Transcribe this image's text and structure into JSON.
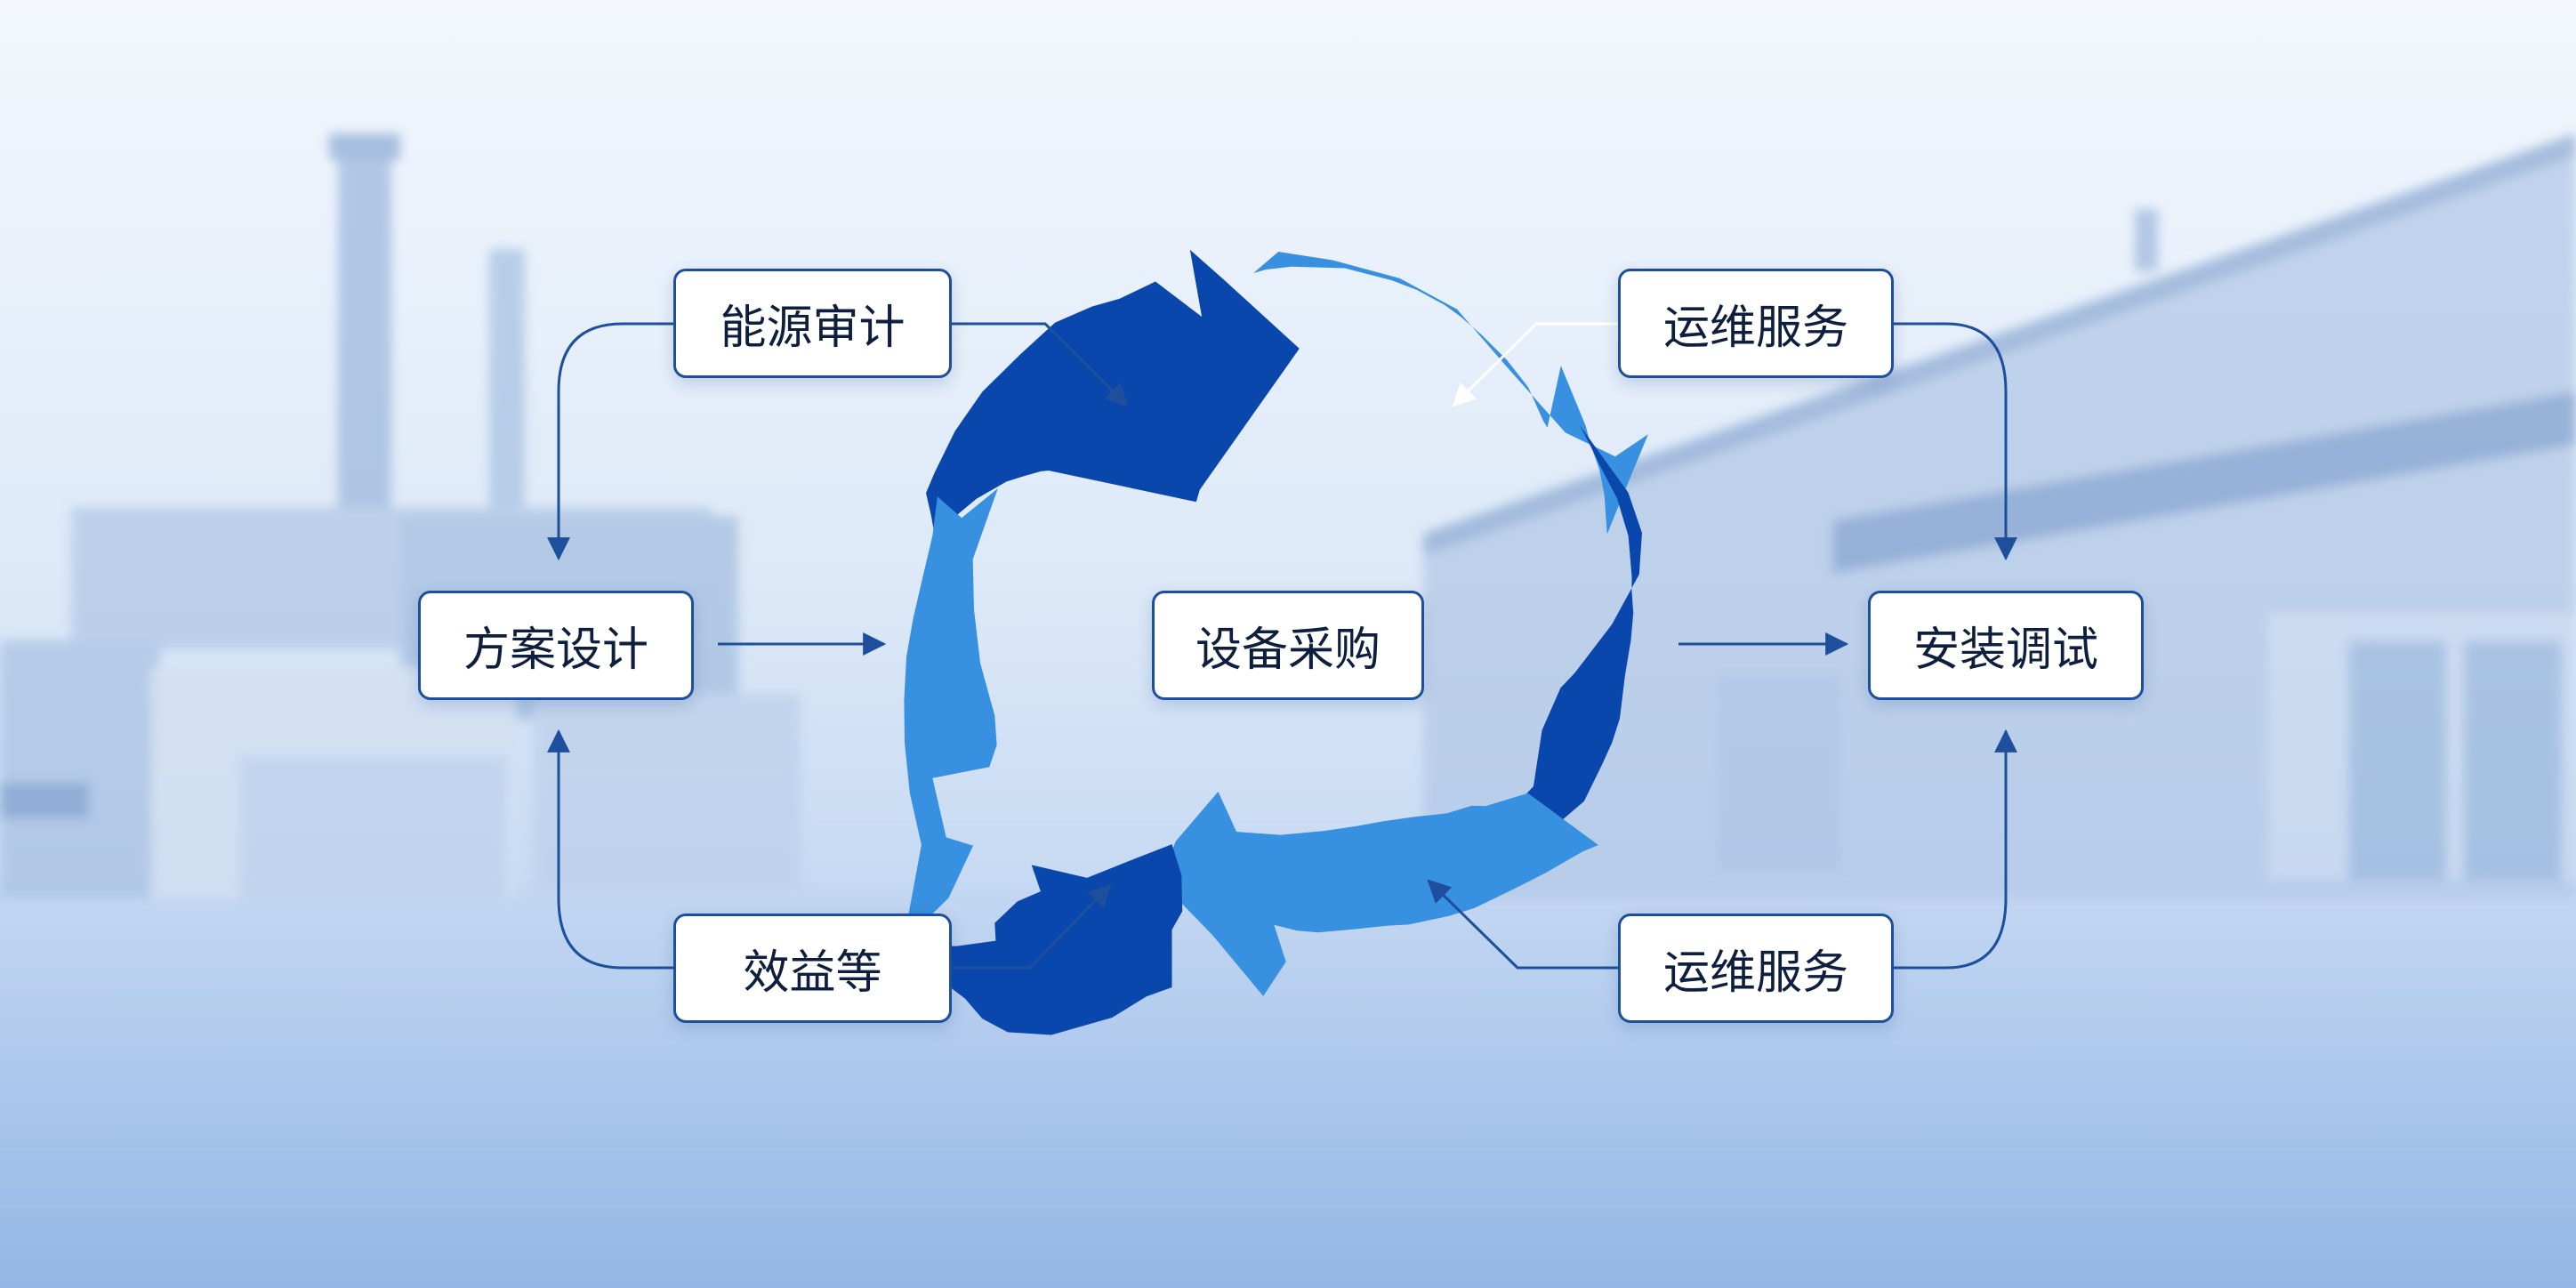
{
  "diagram": {
    "nodes": {
      "energy_audit": "能源审计",
      "scheme_design": "方案设计",
      "benefits": "效益等",
      "equipment_procurement": "设备采购",
      "om_service_top": "运维服务",
      "installation": "安装调试",
      "om_service_bottom": "运维服务"
    }
  },
  "colors": {
    "dark_blue": "#0a47ad",
    "light_blue": "#3890e0",
    "connector": "#1e4f9c",
    "node_border": "#1e4f9c"
  }
}
